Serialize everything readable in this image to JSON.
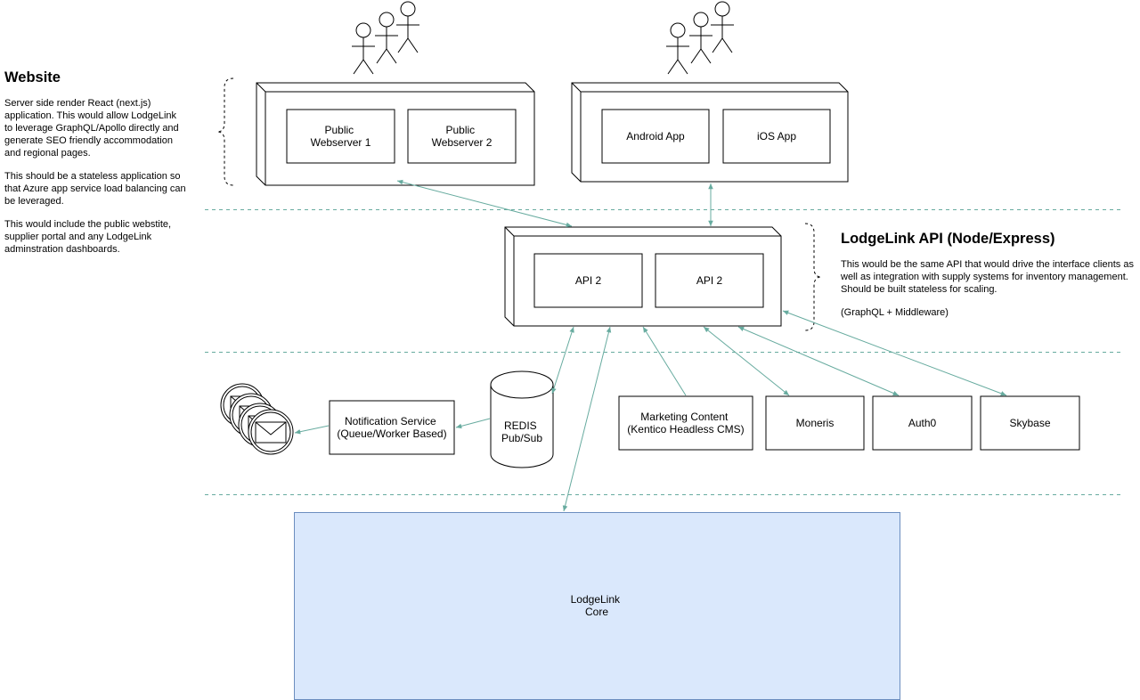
{
  "website": {
    "title": "Website",
    "paragraphs": [
      "Server side render React (next.js) application. This would allow LodgeLink to leverage GraphQL/Apollo directly and generate SEO friendly accommodation and regional pages.",
      "This should be a stateless application so that Azure app service load balancing can be leveraged.",
      "This would include the public webstite, supplier portal and any LodgeLink adminstration dashboards."
    ]
  },
  "api_note": {
    "title": "LodgeLink API (Node/Express)",
    "paragraphs": [
      "This would be the same API that would drive the interface clients as well as integration with supply systems for inventory management. Should be built stateless for scaling.",
      "(GraphQL + Middleware)"
    ]
  },
  "web_group": {
    "box1": [
      "Public",
      "Webserver 1"
    ],
    "box2": [
      "Public",
      "Webserver 2"
    ]
  },
  "mobile_group": {
    "box1": [
      "Android App"
    ],
    "box2": [
      "iOS App"
    ]
  },
  "api_group": {
    "box1": [
      "API 2"
    ],
    "box2": [
      "API 2"
    ]
  },
  "notification": [
    "Notification Service",
    "(Queue/Worker Based)"
  ],
  "redis": [
    "REDIS",
    "Pub/Sub"
  ],
  "marketing": [
    "Marketing Content",
    "(Kentico Headless CMS)"
  ],
  "moneris": [
    "Moneris"
  ],
  "auth0": [
    "Auth0"
  ],
  "skybase": [
    "Skybase"
  ],
  "core": [
    "LodgeLink",
    "Core"
  ],
  "colors": {
    "connector": "#67AB9F",
    "core_fill": "#DAE8FC",
    "core_stroke": "#6C8EBF",
    "divider": "#67AB9F"
  }
}
